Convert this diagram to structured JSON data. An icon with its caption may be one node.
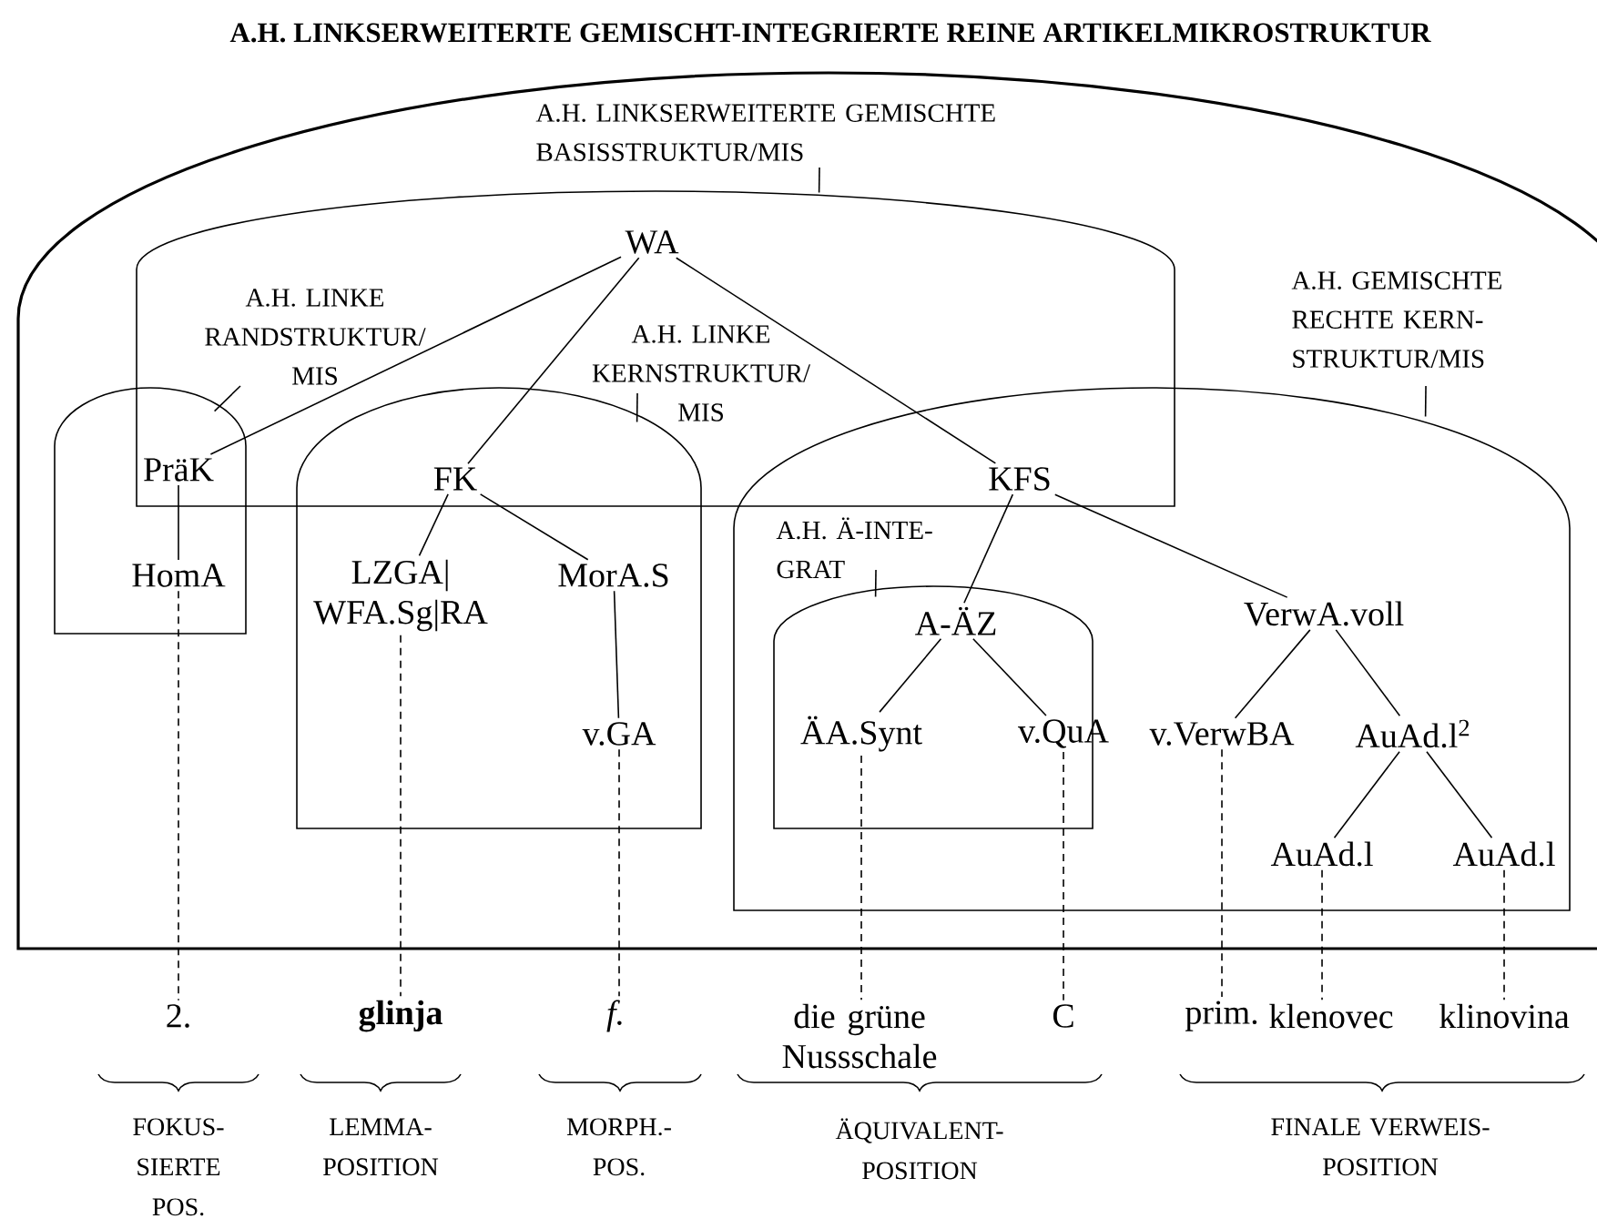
{
  "diagram": {
    "title": "A.H. LINKSERWEITERTE GEMISCHT-INTEGRIERTE REINE ARTIKELMIKROSTRUKTUR",
    "nodes": [
      {
        "text": [],
        "shape": "arch"
      },
      {
        "text": [
          "A.H. LINKSERWEITERTE GEMISCHTE BASISSTRUKTUR/MIS"
        ],
        "in": 0
      },
      {
        "text": [],
        "shape": "arch",
        "in": 0
      },
      {
        "text": [
          "A.H. LINKE RANDSTRUKTUR/ MIS"
        ],
        "in": 2
      },
      {
        "text": [],
        "shape": "arch",
        "in": 0
      },
      {
        "text": [
          "A.H. LINKE KERNSTRUKTUR/ MIS"
        ],
        "in": 2
      },
      {
        "text": [],
        "shape": "arch",
        "in": 0
      },
      {
        "text": [
          "A.H. GEMISCHTE RECHTE KERN- STRUKTUR/MIS"
        ],
        "in": 0
      },
      {
        "text": [],
        "shape": "arch",
        "in": 0
      },
      {
        "text": [
          "A.H. Ä-INTE- GRAT"
        ],
        "in": 8
      },
      {
        "text": [],
        "shape": "arch",
        "in": 8
      },
      {
        "text": [
          "WA"
        ],
        "in": 2
      },
      {
        "text": [
          "PräK"
        ]
      },
      {
        "text": [
          "HomA"
        ],
        "in": 4
      },
      {
        "text": [
          "FK"
        ]
      },
      {
        "text": [
          "LZGA| WFA.Sg|RA"
        ],
        "in": 6
      },
      {
        "text": [
          "MorA.S"
        ],
        "in": 6
      },
      {
        "text": [
          "v.GA"
        ],
        "in": 6
      },
      {
        "text": [
          "KFS"
        ]
      },
      {
        "text": [
          "A-ÄZ"
        ],
        "in": 10
      },
      {
        "text": [
          "ÄA.Synt"
        ],
        "in": 10
      },
      {
        "text": [
          "v.QuA"
        ],
        "in": 10
      },
      {
        "text": [
          "VerwA.voll"
        ],
        "in": 8
      },
      {
        "text": [
          "v.VerwBA"
        ],
        "in": 8
      },
      {
        "text": [
          "AuAd.l$^{2}$"
        ],
        "in": 8
      },
      {
        "text": [
          "AuAd.l"
        ],
        "in": 8
      },
      {
        "text": [
          "AuAd.l"
        ],
        "in": 8
      },
      {
        "text": [
          "2."
        ]
      },
      {
        "text": [
          "glinja"
        ]
      },
      {
        "text": [
          "f."
        ]
      },
      {
        "text": [
          "die grüne Nussschale"
        ]
      },
      {
        "text": [
          "C"
        ]
      },
      {
        "text": [
          "prim."
        ]
      },
      {
        "text": [
          "klenovec"
        ]
      },
      {
        "text": [
          "klinovina"
        ]
      }
    ],
    "edges": [
      {
        "from": 11,
        "to": 12,
        "arrow": "none"
      },
      {
        "from": 11,
        "to": 14,
        "arrow": "none"
      },
      {
        "from": 11,
        "to": 18,
        "arrow": "none"
      },
      {
        "from": 12,
        "to": 13,
        "arrow": "none"
      },
      {
        "from": 14,
        "to": 15,
        "arrow": "none"
      },
      {
        "from": 14,
        "to": 16,
        "arrow": "none"
      },
      {
        "from": 16,
        "to": 17,
        "arrow": "none"
      },
      {
        "from": 18,
        "to": 19,
        "arrow": "none"
      },
      {
        "from": 18,
        "to": 22,
        "arrow": "none"
      },
      {
        "from": 19,
        "to": 20,
        "arrow": "none"
      },
      {
        "from": 19,
        "to": 21,
        "arrow": "none"
      },
      {
        "from": 22,
        "to": 23,
        "arrow": "none"
      },
      {
        "from": 22,
        "to": 24,
        "arrow": "none"
      },
      {
        "from": 24,
        "to": 25,
        "arrow": "none"
      },
      {
        "from": 24,
        "to": 26,
        "arrow": "none"
      },
      {
        "from": 13,
        "to": 27,
        "arrow": "none",
        "style": "dashed"
      },
      {
        "from": 15,
        "to": 28,
        "arrow": "none",
        "style": "dashed"
      },
      {
        "from": 17,
        "to": 29,
        "arrow": "none",
        "style": "dashed"
      },
      {
        "from": 20,
        "to": 30,
        "arrow": "none",
        "style": "dashed"
      },
      {
        "from": 21,
        "to": 31,
        "arrow": "none",
        "style": "dashed"
      },
      {
        "from": 23,
        "to": 32,
        "arrow": "none",
        "style": "dashed"
      },
      {
        "from": 25,
        "to": 33,
        "arrow": "none",
        "style": "dashed"
      },
      {
        "from": 26,
        "to": 34,
        "arrow": "none",
        "style": "dashed"
      },
      {
        "from": 1,
        "to": 2,
        "arrow": "none"
      },
      {
        "from": 3,
        "to": 4,
        "arrow": "none"
      },
      {
        "from": 5,
        "to": 6,
        "arrow": "none"
      },
      {
        "from": 7,
        "to": 8,
        "arrow": "none"
      },
      {
        "from": 9,
        "to": 10,
        "arrow": "none"
      }
    ],
    "labels": [
      "FOKUS- SIERTE POS.",
      "LEMMA- POSITION",
      "MORPH.- POS.",
      "ÄQUIVALENT- POSITION",
      "FINALE VERWEIS- POSITION"
    ]
  }
}
